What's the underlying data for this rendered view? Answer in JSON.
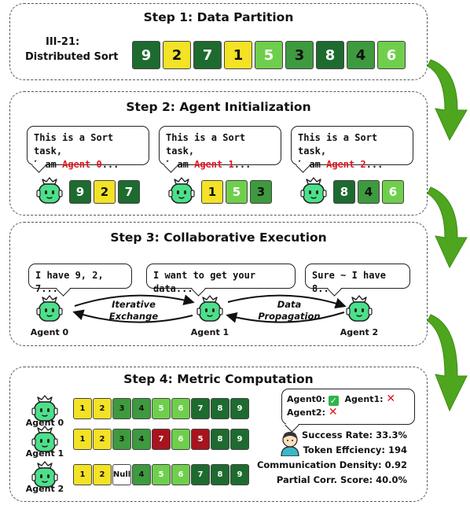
{
  "step1": {
    "title": "Step 1: Data Partition",
    "task_id": "III-21:",
    "task_name": "Distributed Sort",
    "values": [
      "9",
      "2",
      "7",
      "1",
      "5",
      "3",
      "8",
      "4",
      "6"
    ]
  },
  "step2": {
    "title": "Step 2: Agent Initialization",
    "bubble_line1": "This is a Sort task,",
    "bubble_prefix": "I am ",
    "agents": [
      {
        "name": "Agent 0",
        "values": [
          "9",
          "2",
          "7"
        ]
      },
      {
        "name": "Agent 1",
        "values": [
          "1",
          "5",
          "3"
        ]
      },
      {
        "name": "Agent 2",
        "values": [
          "8",
          "4",
          "6"
        ]
      }
    ],
    "ellipsis": "..."
  },
  "step3": {
    "title": "Step 3: Collaborative Execution",
    "bubbles": [
      "I have 9, 2, 7...",
      "I want to get your data...",
      "Sure ~ I have 8.."
    ],
    "agents": [
      "Agent 0",
      "Agent 1",
      "Agent 2"
    ],
    "left_arrow_label": [
      "Iterative",
      "Exchange"
    ],
    "right_arrow_label": [
      "Data",
      "Propagation"
    ]
  },
  "step4": {
    "title": "Step 4: Metric Computation",
    "rows": [
      {
        "agent": "Agent 0",
        "values": [
          "1",
          "2",
          "3",
          "4",
          "5",
          "6",
          "7",
          "8",
          "9"
        ]
      },
      {
        "agent": "Agent 1",
        "values": [
          "1",
          "2",
          "3",
          "4",
          "7",
          "6",
          "5",
          "8",
          "9"
        ]
      },
      {
        "agent": "Agent 2",
        "values": [
          "1",
          "2",
          "Null",
          "4",
          "5",
          "6",
          "7",
          "8",
          "9"
        ]
      }
    ],
    "judge": {
      "agent0": "Agent0:",
      "agent1": "Agent1:",
      "agent2": "Agent2:",
      "agent0_ok": true,
      "agent1_ok": false,
      "agent2_ok": false
    },
    "metrics": [
      "Success Rate: 33.3%",
      "Token Effciency: 194",
      "Communication Density: 0.92",
      "Partial Corr. Score: 40.0%"
    ]
  },
  "colors": {
    "yellow": "#f3e225",
    "light_green": "#6fcf4c",
    "mid_green": "#3e9a3e",
    "dark_green": "#1e6b2f",
    "red": "#a8141e",
    "white": "#ffffff",
    "robot": "#4ce08a",
    "arrow": "#4da61e"
  }
}
